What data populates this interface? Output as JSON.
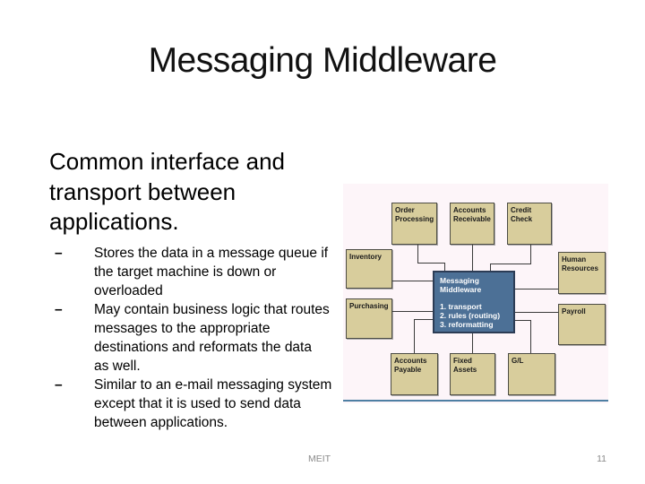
{
  "slide": {
    "title": "Messaging Middleware",
    "heading_lines": [
      "Common interface and",
      "transport between",
      "applications."
    ],
    "bullets": [
      {
        "marker": "–",
        "lines": [
          "Stores the data in a message queue if",
          "the target machine is down or",
          "overloaded"
        ]
      },
      {
        "marker": "–",
        "lines": [
          "May contain business logic that routes",
          "messages to the appropriate",
          "destinations and reformats the data",
          "as well."
        ]
      },
      {
        "marker": "–",
        "lines": [
          "Similar to an e-mail messaging system",
          "except that it is used to send data",
          "between applications."
        ]
      }
    ],
    "footer": {
      "left": "MEIT",
      "page_number": "11"
    }
  },
  "diagram": {
    "background_color": "#fdf5f9",
    "box_fill_color": "#d8cd9c",
    "box_border_color": "#4c4c44",
    "center_fill_color": "#4c7096",
    "connector_color": "#3a3a3a",
    "divider_color": "#4e7fa3",
    "nodes": {
      "order_processing": {
        "lines": [
          "Order",
          "Processing"
        ]
      },
      "accounts_receivable": {
        "lines": [
          "Accounts",
          "Receivable"
        ]
      },
      "credit_check": {
        "lines": [
          "Credit",
          "Check"
        ]
      },
      "inventory": {
        "lines": [
          "Inventory"
        ]
      },
      "human_resources": {
        "lines": [
          "Human",
          "Resources"
        ]
      },
      "purchasing": {
        "lines": [
          "Purchasing"
        ]
      },
      "payroll": {
        "lines": [
          "Payroll"
        ]
      },
      "accounts_payable": {
        "lines": [
          "Accounts",
          "Payable"
        ]
      },
      "fixed_assets": {
        "lines": [
          "Fixed",
          "Assets"
        ]
      },
      "gl": {
        "lines": [
          "G/L"
        ]
      }
    },
    "center": {
      "title_lines": [
        "Messaging",
        "Middleware"
      ],
      "functions": [
        "1. transport",
        "2. rules (routing)",
        "3. reformatting"
      ]
    }
  }
}
